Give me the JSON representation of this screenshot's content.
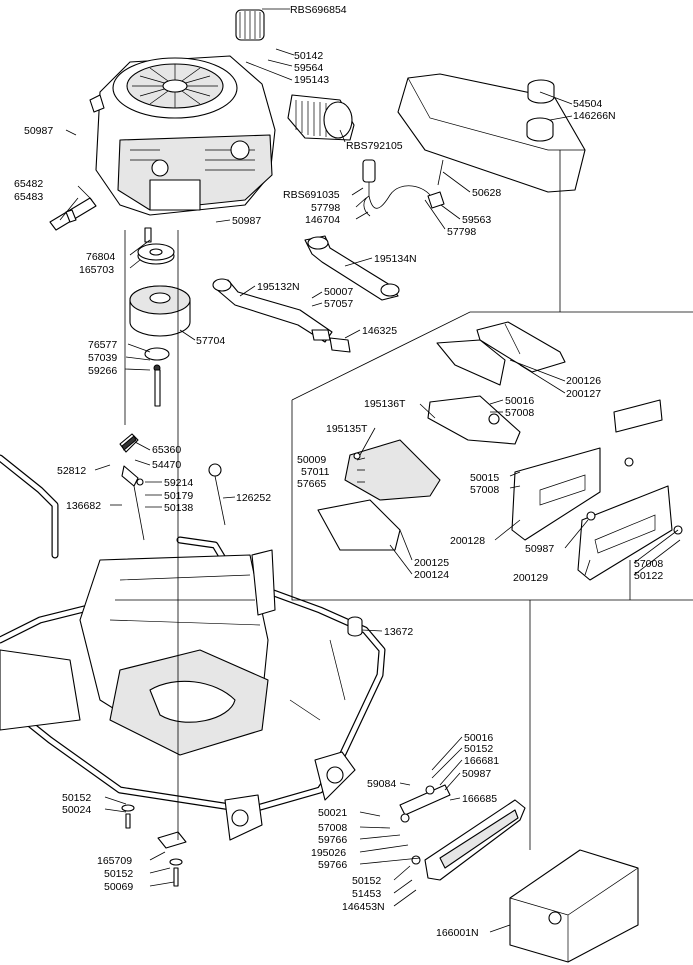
{
  "callouts": [
    {
      "id": "c1",
      "text": "RBS696854"
    },
    {
      "id": "c2",
      "text": "50142"
    },
    {
      "id": "c3",
      "text": "59564"
    },
    {
      "id": "c4",
      "text": "195143"
    },
    {
      "id": "c5",
      "text": "54504"
    },
    {
      "id": "c6",
      "text": "146266N"
    },
    {
      "id": "c7",
      "text": "50987"
    },
    {
      "id": "c8",
      "text": "RBS792105"
    },
    {
      "id": "c9",
      "text": "65482"
    },
    {
      "id": "c10",
      "text": "65483"
    },
    {
      "id": "c11",
      "text": "RBS691035"
    },
    {
      "id": "c12",
      "text": "50628"
    },
    {
      "id": "c13",
      "text": "57798"
    },
    {
      "id": "c14",
      "text": "146704"
    },
    {
      "id": "c15",
      "text": "59563"
    },
    {
      "id": "c16",
      "text": "57798"
    },
    {
      "id": "c17",
      "text": "50987"
    },
    {
      "id": "c18",
      "text": "76804"
    },
    {
      "id": "c19",
      "text": "165703"
    },
    {
      "id": "c20",
      "text": "195134N"
    },
    {
      "id": "c21",
      "text": "195132N"
    },
    {
      "id": "c22",
      "text": "50007"
    },
    {
      "id": "c23",
      "text": "57057"
    },
    {
      "id": "c24",
      "text": "146325"
    },
    {
      "id": "c25",
      "text": "57704"
    },
    {
      "id": "c26",
      "text": "76577"
    },
    {
      "id": "c27",
      "text": "57039"
    },
    {
      "id": "c28",
      "text": "59266"
    },
    {
      "id": "c29",
      "text": "200126"
    },
    {
      "id": "c30",
      "text": "200127"
    },
    {
      "id": "c31",
      "text": "195136T"
    },
    {
      "id": "c32",
      "text": "50016"
    },
    {
      "id": "c33",
      "text": "57008"
    },
    {
      "id": "c34",
      "text": "195135T"
    },
    {
      "id": "c35",
      "text": "65360"
    },
    {
      "id": "c36",
      "text": "54470"
    },
    {
      "id": "c37",
      "text": "52812"
    },
    {
      "id": "c38",
      "text": "50009"
    },
    {
      "id": "c39",
      "text": "57011"
    },
    {
      "id": "c40",
      "text": "57665"
    },
    {
      "id": "c41",
      "text": "50015"
    },
    {
      "id": "c42",
      "text": "57008"
    },
    {
      "id": "c43",
      "text": "59214"
    },
    {
      "id": "c44",
      "text": "50179"
    },
    {
      "id": "c45",
      "text": "50138"
    },
    {
      "id": "c46",
      "text": "126252"
    },
    {
      "id": "c47",
      "text": "136682"
    },
    {
      "id": "c48",
      "text": "200128"
    },
    {
      "id": "c49",
      "text": "50987"
    },
    {
      "id": "c50",
      "text": "200125"
    },
    {
      "id": "c51",
      "text": "200124"
    },
    {
      "id": "c52",
      "text": "200129"
    },
    {
      "id": "c53",
      "text": "57008"
    },
    {
      "id": "c54",
      "text": "50122"
    },
    {
      "id": "c55",
      "text": "13672"
    },
    {
      "id": "c56",
      "text": "50016"
    },
    {
      "id": "c57",
      "text": "50152"
    },
    {
      "id": "c58",
      "text": "166681"
    },
    {
      "id": "c59",
      "text": "59084"
    },
    {
      "id": "c60",
      "text": "50987"
    },
    {
      "id": "c61",
      "text": "166685"
    },
    {
      "id": "c62",
      "text": "50152"
    },
    {
      "id": "c63",
      "text": "50024"
    },
    {
      "id": "c64",
      "text": "50021"
    },
    {
      "id": "c65",
      "text": "57008"
    },
    {
      "id": "c66",
      "text": "59766"
    },
    {
      "id": "c67",
      "text": "195026"
    },
    {
      "id": "c68",
      "text": "59766"
    },
    {
      "id": "c69",
      "text": "165709"
    },
    {
      "id": "c70",
      "text": "50152"
    },
    {
      "id": "c71",
      "text": "50069"
    },
    {
      "id": "c72",
      "text": "50152"
    },
    {
      "id": "c73",
      "text": "51453"
    },
    {
      "id": "c74",
      "text": "146453N"
    },
    {
      "id": "c75",
      "text": "166001N"
    }
  ]
}
